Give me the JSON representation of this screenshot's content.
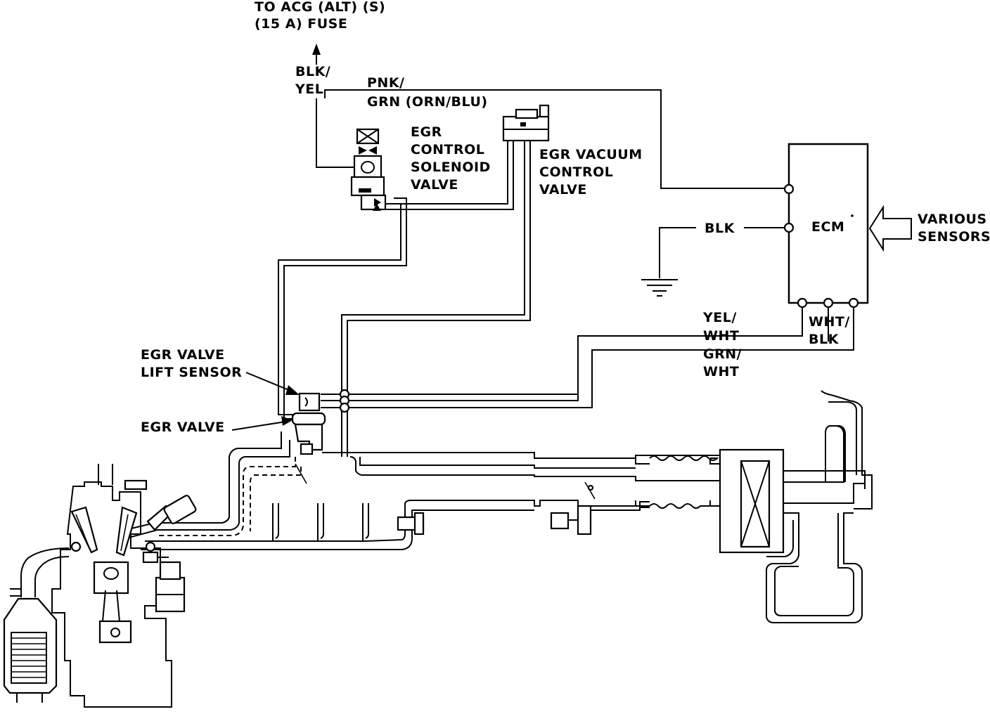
{
  "labels": {
    "fuse_line1": "TO ACG (ALT) (S)",
    "fuse_line2": "(15 A) FUSE",
    "blk_yel_1": "BLK/",
    "blk_yel_2": "YEL",
    "pnk_grn_1": "PNK/",
    "pnk_grn_2": "GRN (ORN/BLU)",
    "solenoid_1": "EGR",
    "solenoid_2": "CONTROL",
    "solenoid_3": "SOLENOID",
    "solenoid_4": "VALVE",
    "vacuum_1": "EGR VACUUM",
    "vacuum_2": "CONTROL",
    "vacuum_3": "VALVE",
    "ecm": "ECM",
    "blk": "BLK",
    "sensors_1": "VARIOUS",
    "sensors_2": "SENSORS",
    "yel_wht_1": "YEL/",
    "yel_wht_2": "WHT",
    "wht_blk_1": "WHT/",
    "wht_blk_2": "BLK",
    "grn_wht_1": "GRN/",
    "grn_wht_2": "WHT",
    "lift_sensor_1": "EGR VALVE",
    "lift_sensor_2": "LIFT SENSOR",
    "egr_valve": "EGR VALVE"
  }
}
